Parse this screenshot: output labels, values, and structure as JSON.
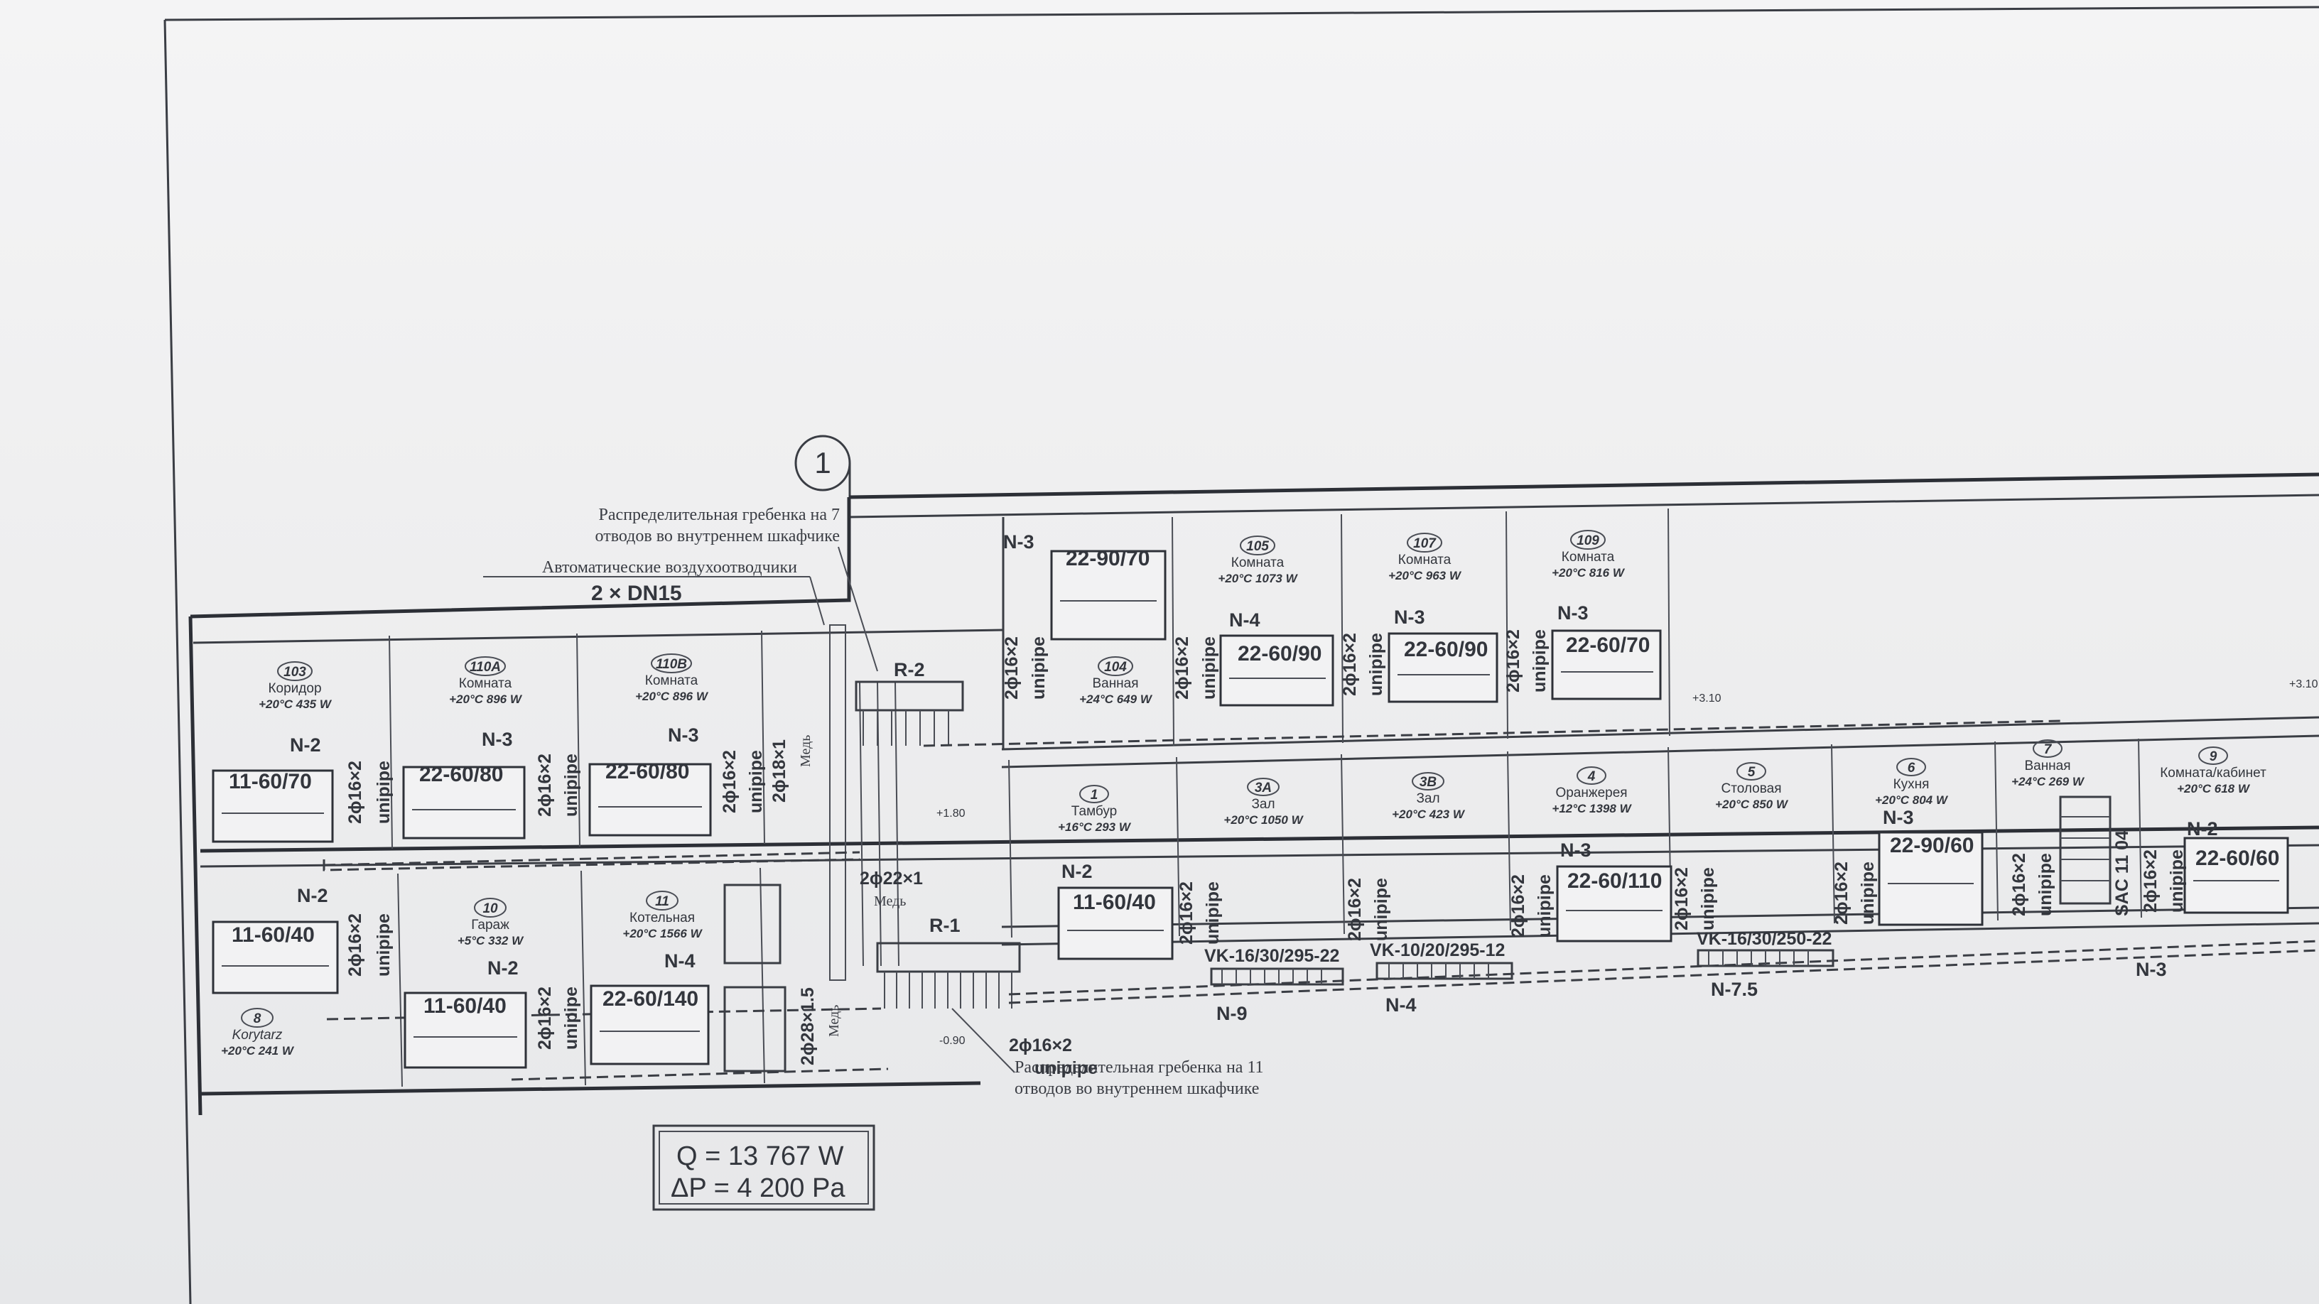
{
  "colors": {
    "paper": "#eeeeef",
    "ink": "#2e3138",
    "light_ink": "#6b6e75"
  },
  "section_marker": "1",
  "annotations": {
    "manifold_top_1": "Распределительная гребенка на 7",
    "manifold_top_2": "отводов во внутреннем шкафчике",
    "air_vents": "Автоматические воздухоотводчики",
    "dn": "2 × DN15",
    "manifold_bottom_1": "Распределительная гребенка на 11",
    "manifold_bottom_2": "отводов во внутреннем шкафчике"
  },
  "manifolds": {
    "upper": "R-2",
    "lower": "R-1"
  },
  "elevations": {
    "e1": "+1.80",
    "e2": "-0.90",
    "e3": "+3.10",
    "e4": "+3.10"
  },
  "summary": {
    "q": "Q = 13 767 W",
    "dp": "ΔP = 4 200 Pa"
  },
  "rooms": {
    "r103": {
      "num": "103",
      "name": "Коридор",
      "temp": "+20°C 435 W"
    },
    "r110a": {
      "num": "110A",
      "name": "Комната",
      "temp": "+20°C 896 W"
    },
    "r110b": {
      "num": "110B",
      "name": "Комната",
      "temp": "+20°C 896 W"
    },
    "r105": {
      "num": "105",
      "name": "Комната",
      "temp": "+20°C 1073 W"
    },
    "r107": {
      "num": "107",
      "name": "Комната",
      "temp": "+20°C 963 W"
    },
    "r109": {
      "num": "109",
      "name": "Комната",
      "temp": "+20°C 816 W"
    },
    "r104": {
      "num": "104",
      "name": "Ванная",
      "temp": "+24°C 649 W"
    },
    "r8": {
      "num": "8",
      "name": "Korytarz",
      "temp": "+20°C 241 W"
    },
    "r10": {
      "num": "10",
      "name": "Гараж",
      "temp": "+5°C 332 W"
    },
    "r11": {
      "num": "11",
      "name": "Котельная",
      "temp": "+20°C 1566 W"
    },
    "r1": {
      "num": "1",
      "name": "Тамбур",
      "temp": "+16°C 293 W"
    },
    "r3a": {
      "num": "3A",
      "name": "Зал",
      "temp": "+20°C 1050 W"
    },
    "r3b": {
      "num": "3B",
      "name": "Зал",
      "temp": "+20°C 423 W"
    },
    "r4": {
      "num": "4",
      "name": "Оранжерея",
      "temp": "+12°C 1398 W"
    },
    "r5": {
      "num": "5",
      "name": "Столовая",
      "temp": "+20°C 850 W"
    },
    "r6": {
      "num": "6",
      "name": "Кухня",
      "temp": "+20°C 804 W"
    },
    "r7": {
      "num": "7",
      "name": "Ванная",
      "temp": "+24°C 269 W"
    },
    "r9": {
      "num": "9",
      "name": "Комната/кабинет",
      "temp": "+20°C 618 W"
    }
  },
  "radiators": {
    "a": {
      "tag": "N-2",
      "type": "11-60/70"
    },
    "b": {
      "tag": "N-3",
      "type": "22-60/80"
    },
    "c": {
      "tag": "N-3",
      "type": "22-60/80"
    },
    "d": {
      "tag": "N-3",
      "type": "22-90/70"
    },
    "e": {
      "tag": "N-4",
      "type": "22-60/90"
    },
    "f": {
      "tag": "N-3",
      "type": "22-60/90"
    },
    "g": {
      "tag": "N-3",
      "type": "22-60/70"
    },
    "h": {
      "tag": "N-2",
      "type": "11-60/40"
    },
    "i": {
      "tag": "N-2",
      "type": "11-60/40"
    },
    "j": {
      "tag": "N-4",
      "type": "22-60/140"
    },
    "k": {
      "tag": "N-2",
      "type": "11-60/40"
    },
    "l": {
      "tag": "N-3",
      "type": "22-60/110"
    },
    "m": {
      "tag": "N-3",
      "type": "22-90/60"
    },
    "n": {
      "tag": "N-2",
      "type": "22-60/60"
    },
    "towel": {
      "tag": "N-3",
      "type": "SAC 11 04"
    }
  },
  "convectors": {
    "c1": {
      "type": "VK-16/30/295-22",
      "tag": "N-9"
    },
    "c2": {
      "type": "VK-10/20/295-12",
      "tag": "N-4"
    },
    "c3": {
      "type": "VK-16/30/250-22",
      "tag": "N-7.5"
    }
  },
  "pipes": {
    "p16": "2ϕ16×2",
    "unipipe": "unipipe",
    "p18": "2ϕ18×1",
    "p22": "2ϕ22×1",
    "p28": "2ϕ28×1.5",
    "copper": "Медь"
  }
}
